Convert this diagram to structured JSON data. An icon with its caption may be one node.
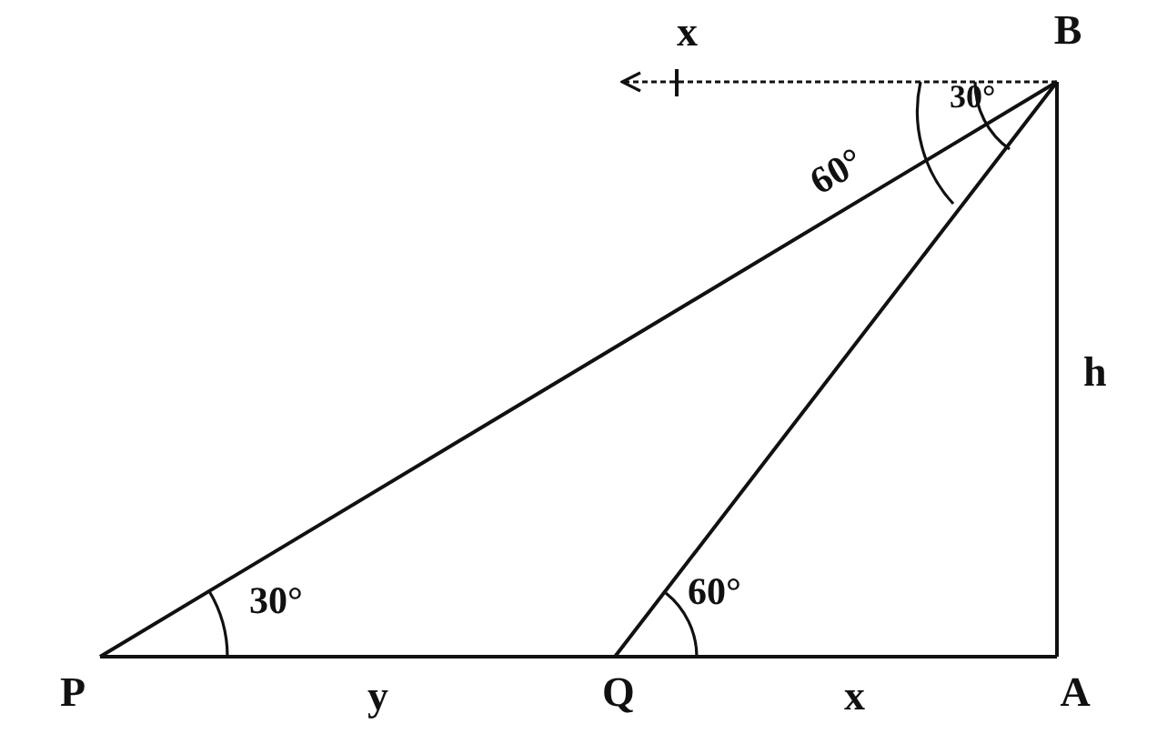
{
  "diagram": {
    "nodes": [
      {
        "text": [
          "P"
        ]
      },
      {
        "text": [
          "Q"
        ]
      },
      {
        "text": [
          "A"
        ]
      },
      {
        "text": [
          "B"
        ]
      }
    ],
    "edges": [
      {
        "from": 0,
        "to": 1,
        "arrow": "none",
        "label": "y"
      },
      {
        "from": 1,
        "to": 2,
        "arrow": "none",
        "label": "x"
      },
      {
        "from": 2,
        "to": 3,
        "arrow": "none",
        "label": "h"
      },
      {
        "from": 0,
        "to": 3,
        "arrow": "none"
      },
      {
        "from": 1,
        "to": 3,
        "arrow": "none"
      },
      {
        "from": 3,
        "to": null,
        "arrow": "to",
        "label": "x",
        "style": "dashed"
      }
    ],
    "labels": [
      "60°",
      "30°",
      "30°",
      "60°"
    ]
  }
}
